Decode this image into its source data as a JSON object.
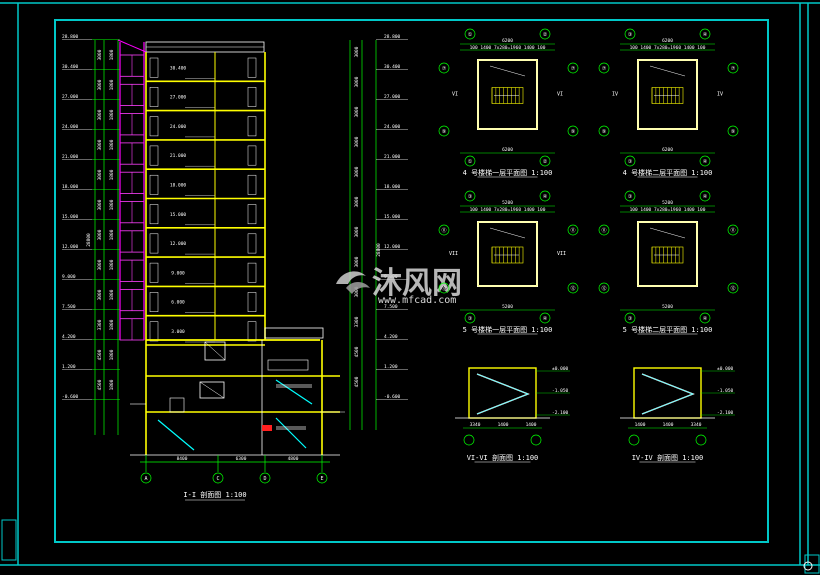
{
  "drawing": {
    "frame_color": "#00c8c8",
    "wall_color": "#ffff00",
    "dim_color": "#00ff00",
    "accent_color": "#ff00ff"
  },
  "watermark": {
    "brand": "沐风网",
    "url": "www.mfcad.com"
  },
  "section_main": {
    "title": "I-I 剖面图 1:100",
    "grid_labels": [
      "A",
      "C",
      "D",
      "E"
    ],
    "bottom_dims": [
      "8400",
      "6300",
      "4800"
    ],
    "left_levels": [
      "28.800",
      "30.400",
      "27.000",
      "24.000",
      "21.000",
      "18.000",
      "15.000",
      "12.000",
      "9.000",
      "7.500",
      "4.200",
      "1.200",
      "-0.600"
    ],
    "floor_levels": [
      "30.400",
      "27.000",
      "24.000",
      "21.000",
      "18.000",
      "15.000",
      "12.000",
      "9.000",
      "6.000",
      "3.000"
    ],
    "storey_dims": [
      "3000",
      "3000",
      "3000",
      "3000",
      "3000",
      "3000",
      "3000",
      "3000",
      "3000",
      "3300",
      "4500",
      "4500"
    ],
    "total_dim": "28800",
    "right_levels": [
      "28.800",
      "30.400",
      "27.000",
      "24.000",
      "21.000",
      "18.000",
      "15.000",
      "12.000",
      "9.000",
      "7.500",
      "4.200",
      "1.200",
      "-0.600"
    ]
  },
  "plans": [
    {
      "title": "4 号楼梯一层平面图 1:100",
      "top_dim": "6200",
      "sub_dims": [
        "100",
        "1400",
        "7x280=1960",
        "1400",
        "100"
      ],
      "grid_top": [
        "①",
        "②"
      ],
      "grid_side": [
        "⑦",
        "⑨"
      ],
      "section_mark": "VI"
    },
    {
      "title": "4 号楼梯二层平面图 1:100",
      "top_dim": "6200",
      "sub_dims": [
        "100",
        "1400",
        "7x280=1960",
        "1400",
        "100"
      ],
      "grid_top": [
        "③",
        "④"
      ],
      "grid_side": [
        "⑦",
        "⑨"
      ],
      "section_mark": "IV"
    },
    {
      "title": "5 号楼梯一层平面图 1:100",
      "top_dim": "5200",
      "sub_dims": [
        "100",
        "1400",
        "7x280=1960",
        "1400",
        "100"
      ],
      "grid_top": [
        "③",
        "④"
      ],
      "grid_side": [
        "⑪",
        "⑫"
      ],
      "section_mark": "VII"
    },
    {
      "title": "5 号楼梯二层平面图 1:100",
      "top_dim": "5200",
      "sub_dims": [
        "100",
        "1400",
        "7x280=1960",
        "1400",
        "100"
      ],
      "grid_top": [
        "③",
        "④"
      ],
      "grid_side": [
        "⑪",
        "⑫"
      ],
      "section_mark": ""
    }
  ],
  "sections_small": [
    {
      "title": "VI-VI 剖面图 1:100",
      "levels": [
        "±0.000",
        "-1.050",
        "-2.100"
      ],
      "bottom_dims": [
        "3340",
        "1400",
        "1400"
      ]
    },
    {
      "title": "IV-IV 剖面图 1:100",
      "levels": [
        "±0.000",
        "-1.050",
        "-2.100"
      ],
      "bottom_dims": [
        "1400",
        "1400",
        "3340"
      ]
    }
  ]
}
